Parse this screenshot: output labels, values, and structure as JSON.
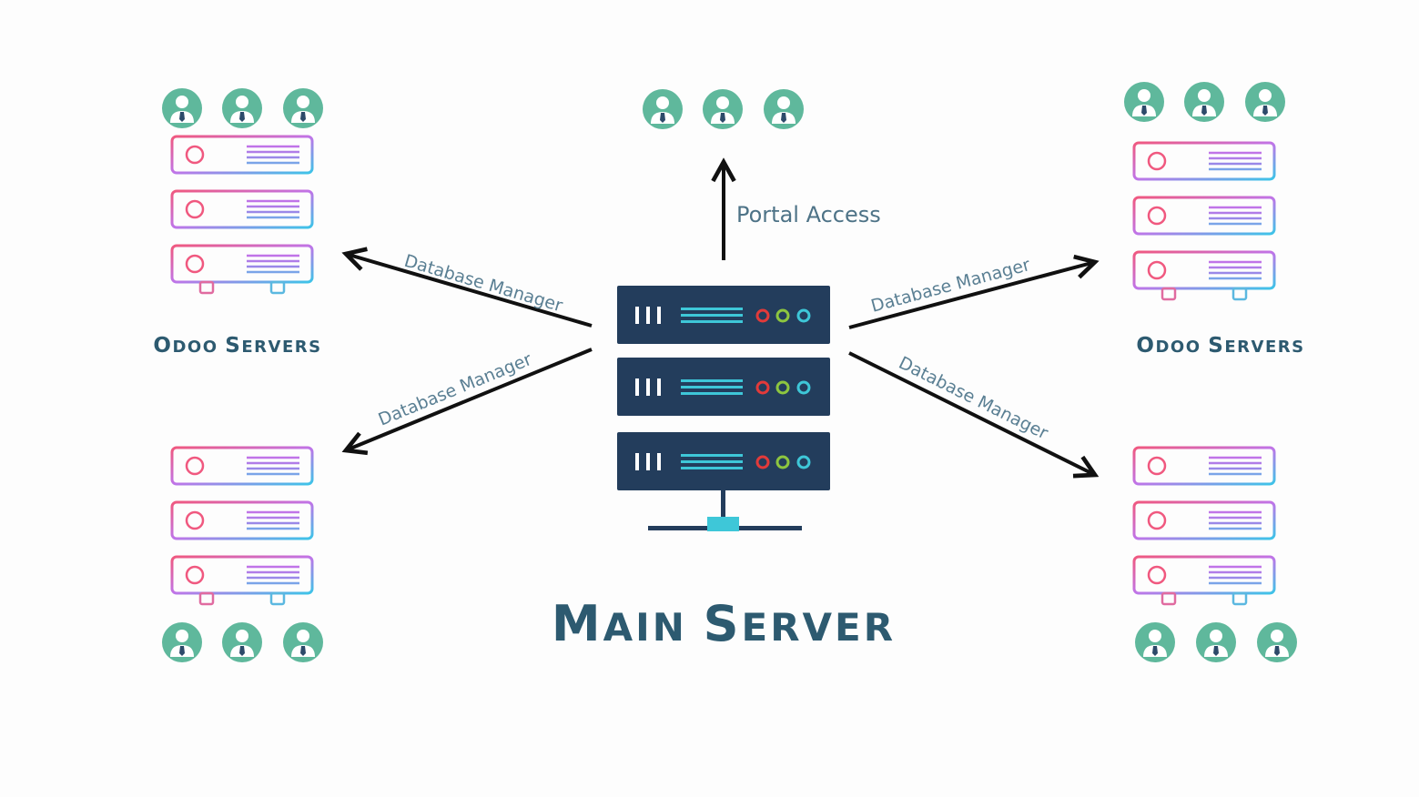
{
  "main_server": {
    "title": "Main Server"
  },
  "server_groups": [
    {
      "id": "top-left",
      "label": "Odoo Servers"
    },
    {
      "id": "top-right",
      "label": "Odoo Servers"
    },
    {
      "id": "bottom-left",
      "label": ""
    },
    {
      "id": "bottom-right",
      "label": ""
    }
  ],
  "edges": {
    "portal": "Portal Access",
    "db_top_left": "Database Manager",
    "db_top_right": "Database Manager",
    "db_bottom_left": "Database Manager",
    "db_bottom_right": "Database Manager"
  },
  "colors": {
    "user_icon": "#5fb89c",
    "server_dark": "#233d5c",
    "label_text": "#2d5a70",
    "led_red": "#e23a3a",
    "led_green": "#8dc63f",
    "led_cyan": "#3ec7d8",
    "gradient_start": "#f0587f",
    "gradient_mid": "#c074e8",
    "gradient_end": "#3cc4e8"
  },
  "icons": [
    "user-icon",
    "server-rack-icon",
    "arrow-icon"
  ]
}
